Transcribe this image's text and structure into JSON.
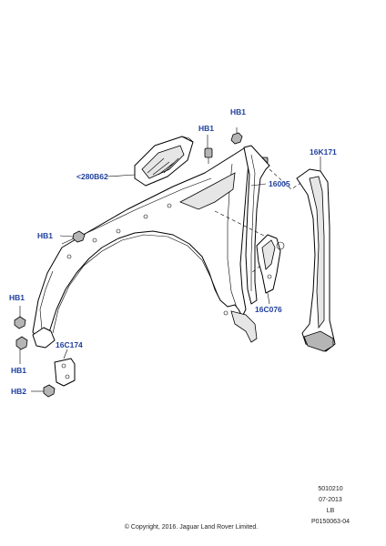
{
  "callouts": {
    "hb1_top": "HB1",
    "hb1_mid": "HB1",
    "k171": "16K171",
    "b62": "<280B62",
    "p16005": "16005",
    "hb1_left": "HB1",
    "hb1_lowleft": "HB1",
    "c174": "16C174",
    "hb1_bottom": "HB1",
    "hb2": "HB2",
    "c076": "16C076"
  },
  "footer": {
    "ref_number": "5010210",
    "date": "07-2013",
    "market": "LB",
    "illustration_id": "P0150063-04",
    "copyright": "© Copyright, 2016. Jaguar Land Rover Limited."
  }
}
